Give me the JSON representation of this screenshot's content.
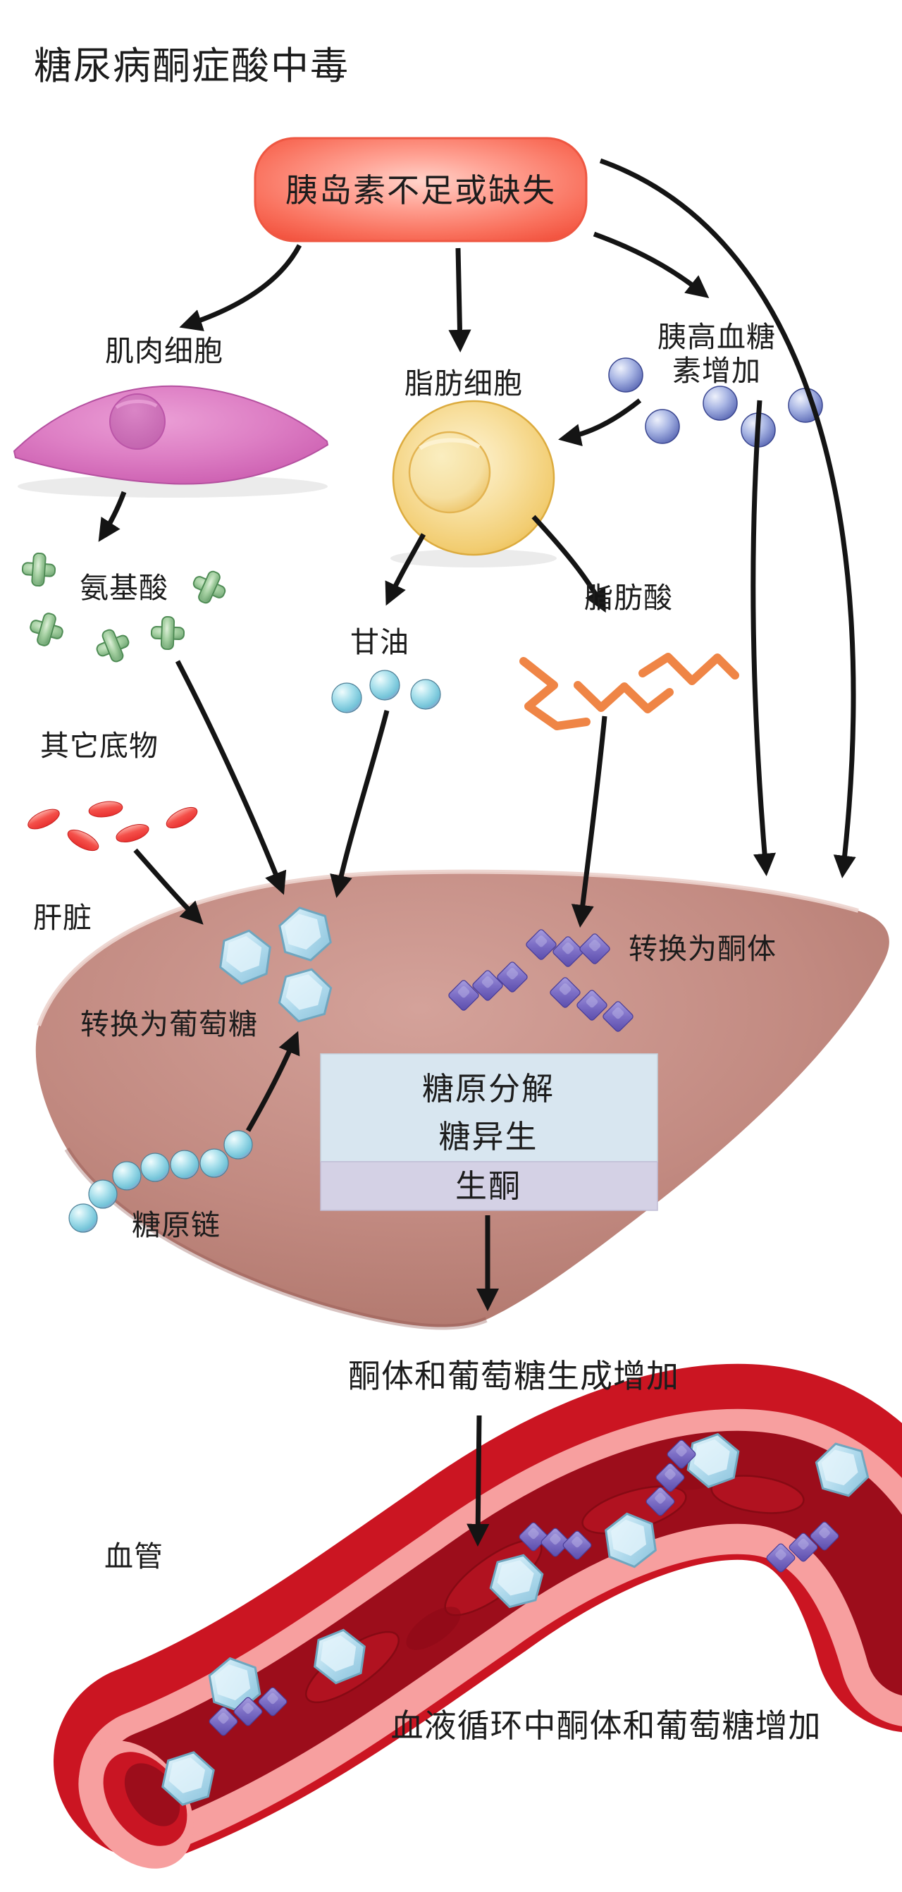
{
  "title": "糖尿病酮症酸中毒",
  "labels": {
    "insulin_box": "胰岛素不足或缺失",
    "muscle_cell": "肌肉细胞",
    "fat_cell": "脂肪细胞",
    "glucagon_line1": "胰高血糖",
    "glucagon_line2": "素增加",
    "amino_acids": "氨基酸",
    "glycerol": "甘油",
    "fatty_acids": "脂肪酸",
    "other_substrates": "其它底物",
    "liver": "肝脏",
    "convert_to_glucose": "转换为葡萄糖",
    "convert_to_ketones": "转换为酮体",
    "glycogenolysis": "糖原分解",
    "gluconeogenesis": "糖异生",
    "ketogenesis": "生酮",
    "glycogen_chain": "糖原链",
    "increased_output": "酮体和葡萄糖生成增加",
    "blood_vessel": "血管",
    "blood_increase": "血液循环中酮体和葡萄糖增加"
  },
  "colors": {
    "insulin_box_red": "#f2523e",
    "muscle_pink": "#dd7ec4",
    "fat_yellow": "#f5d88e",
    "glucagon_blue": "#8d9fd8",
    "amino_green": "#8fbd8d",
    "glycerol_cyan": "#8fd4e4",
    "fatty_acid_orange": "#ef8546",
    "substrate_red": "#f0413d",
    "liver_brown": "#bb8279",
    "glucose_blue": "#aed9ec",
    "ketone_purple": "#7d6fc6",
    "process_box_blue": "#d8e6f0",
    "ketogenesis_lavender": "#d4d1e5",
    "vessel_pink": "#f79f9f",
    "vessel_red": "#cb1522",
    "vessel_lumen": "#9c0d1b",
    "arrow_black": "#141414"
  }
}
